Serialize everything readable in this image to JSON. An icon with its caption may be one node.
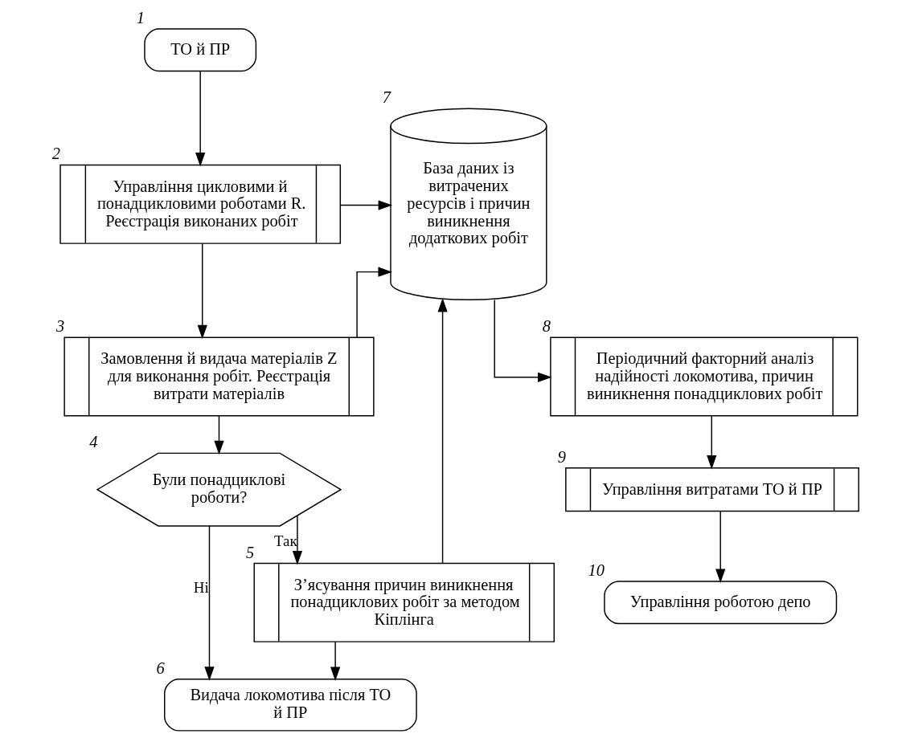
{
  "diagram": {
    "nodes": [
      {
        "text": [
          "ТО й ПР"
        ],
        "beside": [
          "1"
        ]
      },
      {
        "text": [
          "Управління цикловими й понадцикловими роботами R. Реєстрація виконаних робіт"
        ],
        "beside": [
          "2"
        ]
      },
      {
        "text": [
          "Замовлення й видача матеріалів Z для виконання робіт. Реєстрація витрати матеріалів"
        ],
        "beside": [
          "3"
        ]
      },
      {
        "text": [
          "Були понадциклові роботи?"
        ],
        "beside": [
          "4"
        ]
      },
      {
        "text": [
          "З’ясування причин виникнення понадциклових робіт за методом Кіплінга"
        ],
        "beside": [
          "5"
        ]
      },
      {
        "text": [
          "Видача локомотива після ТО й ПР"
        ],
        "beside": [
          "6"
        ]
      },
      {
        "text": [
          "База даних із витрачених ресурсів і причин виникнення додаткових робіт"
        ],
        "beside": [
          "7"
        ]
      },
      {
        "text": [
          "Періодичний факторний аналіз надійності локомотива, причин виникнення понадциклових робіт"
        ],
        "beside": [
          "8"
        ]
      },
      {
        "text": [
          "Управління витратами ТО й ПР"
        ],
        "beside": [
          "9"
        ]
      },
      {
        "text": [
          "Управління роботою депо"
        ],
        "beside": [
          "10"
        ]
      }
    ],
    "edges": [
      {
        "from": 0,
        "to": 1,
        "arrow": "to"
      },
      {
        "from": 1,
        "to": 2,
        "arrow": "to"
      },
      {
        "from": 1,
        "to": 6,
        "arrow": "to"
      },
      {
        "from": 2,
        "to": 3,
        "arrow": "to"
      },
      {
        "from": 2,
        "to": 6,
        "arrow": "to"
      },
      {
        "from": 3,
        "to": 4,
        "arrow": "to",
        "label": "Так"
      },
      {
        "from": 3,
        "to": 5,
        "arrow": "to",
        "label": "Ні"
      },
      {
        "from": 4,
        "to": 5,
        "arrow": "to"
      },
      {
        "from": 4,
        "to": 6,
        "arrow": "to"
      },
      {
        "from": 6,
        "to": 7,
        "arrow": "to"
      },
      {
        "from": 7,
        "to": 8,
        "arrow": "to"
      },
      {
        "from": 8,
        "to": 9,
        "arrow": "to"
      }
    ]
  }
}
